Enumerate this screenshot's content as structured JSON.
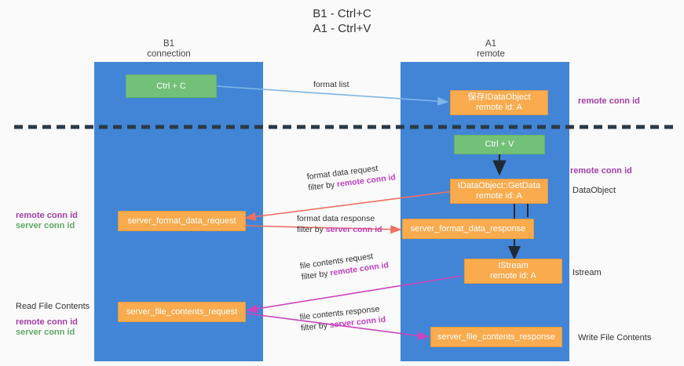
{
  "title": "B1 - Ctrl+C\nA1 - Ctrl+V",
  "columns": {
    "left": {
      "header": "B1\nconnection"
    },
    "right": {
      "header": "A1\nremote"
    }
  },
  "colors": {
    "band": "#4285d6",
    "node_orange": "#f9ab4e",
    "node_green": "#73c078",
    "arrow_blue": "#7eb6e8",
    "arrow_red": "#ef6f61",
    "arrow_pink": "#cc44bb",
    "arrow_dark": "#1f2a36",
    "highlight_purple": "#a43fa8",
    "highlight_green": "#5fa866",
    "divider": "#2b3a47"
  },
  "nodes": {
    "ctrl_c": {
      "line1": "Ctrl + C"
    },
    "save_idataobject": {
      "line1": "保存IDataObject",
      "line2": "remote id: A"
    },
    "ctrl_v": {
      "line1": "Ctrl + V"
    },
    "getdata": {
      "line1": "IDataObject::GetData",
      "line2": "remote id: A"
    },
    "server_format_data_request": {
      "line1": "server_format_data_request"
    },
    "server_format_data_response": {
      "line1": "server_format_data_response"
    },
    "istream": {
      "line1": "IStream",
      "line2": "remote id: A"
    },
    "server_file_contents_request": {
      "line1": "server_file_contents_request"
    },
    "server_file_contents_response": {
      "line1": "server_file_contents_response"
    }
  },
  "edges": {
    "format_list": {
      "text": "format list"
    },
    "format_data_request": {
      "text": "format data request",
      "filter_prefix": "filter by ",
      "filter_key": "remote conn id"
    },
    "format_data_response": {
      "text": "format data response",
      "filter_prefix": "filter by ",
      "filter_key": "server conn id"
    },
    "file_contents_request": {
      "text": "file contents request",
      "filter_prefix": "filter by ",
      "filter_key": "remote conn id"
    },
    "file_contents_response": {
      "text": "file contents response",
      "filter_prefix": "filter by ",
      "filter_key": "server conn id"
    }
  },
  "annotations": {
    "right_remote_conn_id_top": "remote conn id",
    "right_remote_conn_id_mid": "remote conn id",
    "right_dataobject": "DataObject",
    "right_istream": "Istream",
    "right_write_file_contents": "Write File Contents",
    "left_remote_conn_id": "remote conn id",
    "left_server_conn_id": "server conn id",
    "left_read_file_contents": "Read File Contents",
    "left_remote_conn_id_2": "remote conn id",
    "left_server_conn_id_2": "server conn id"
  }
}
